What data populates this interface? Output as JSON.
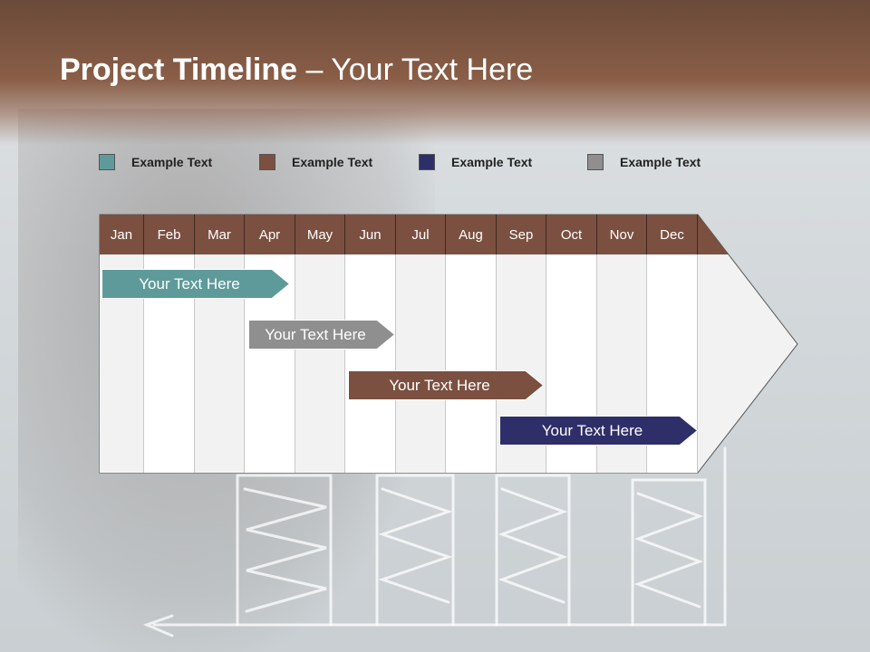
{
  "title": {
    "bold": "Project Timeline",
    "rest": " – Your Text Here"
  },
  "legend": [
    {
      "label": "Example Text",
      "color": "#5f9a9a"
    },
    {
      "label": "Example Text",
      "color": "#7b5040"
    },
    {
      "label": "Example Text",
      "color": "#2e2e68"
    },
    {
      "label": "Example Text",
      "color": "#8f8f8f"
    }
  ],
  "months": [
    "Jan",
    "Feb",
    "Mar",
    "Apr",
    "May",
    "Jun",
    "Jul",
    "Aug",
    "Sep",
    "Oct",
    "Nov",
    "Dec"
  ],
  "tasks": [
    {
      "label": "Your  Text Here",
      "color": "#5f9a9a",
      "start_month": "Jan",
      "end_month": "Apr"
    },
    {
      "label": "Your  Text Here",
      "color": "#8f8f8f",
      "start_month": "Apr",
      "end_month": "Jun"
    },
    {
      "label": "Your  Text Here",
      "color": "#7b5040",
      "start_month": "Jun",
      "end_month": "Sep"
    },
    {
      "label": "Your  Text Here",
      "color": "#2e2e68",
      "start_month": "Sep",
      "end_month": "Dec"
    }
  ]
}
